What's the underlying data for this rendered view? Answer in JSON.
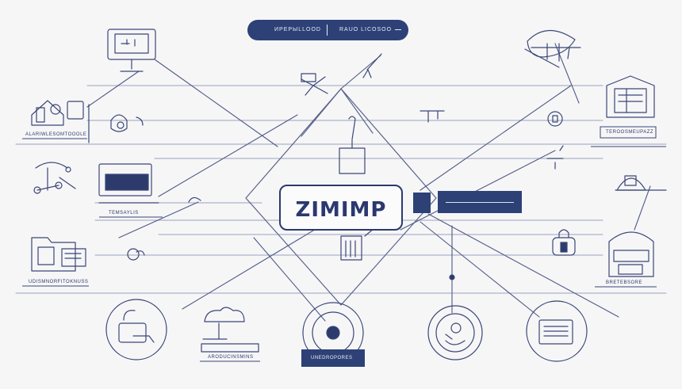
{
  "center": {
    "title": "ZIMIMP"
  },
  "top_pill": {
    "left_text": "ИРЕРЫLLOOD",
    "right_text": "RAUO LICOSOO"
  },
  "labels": {
    "house_left": "ALARIWLESOMTOOOLE",
    "desk_left": "TEMSAYLIS",
    "folder_left": "UDISMNORFITOKNUSS",
    "storage_right": "TEROOSMEUPAZZ",
    "store_right": "BRETEBSORE",
    "cloud_bottom": "ARODUCINSMINS",
    "bottom_center": "UNEDROPORES"
  },
  "colors": {
    "ink": "#2d3a6c",
    "accent": "#2d4177",
    "background": "#f6f6f7"
  }
}
